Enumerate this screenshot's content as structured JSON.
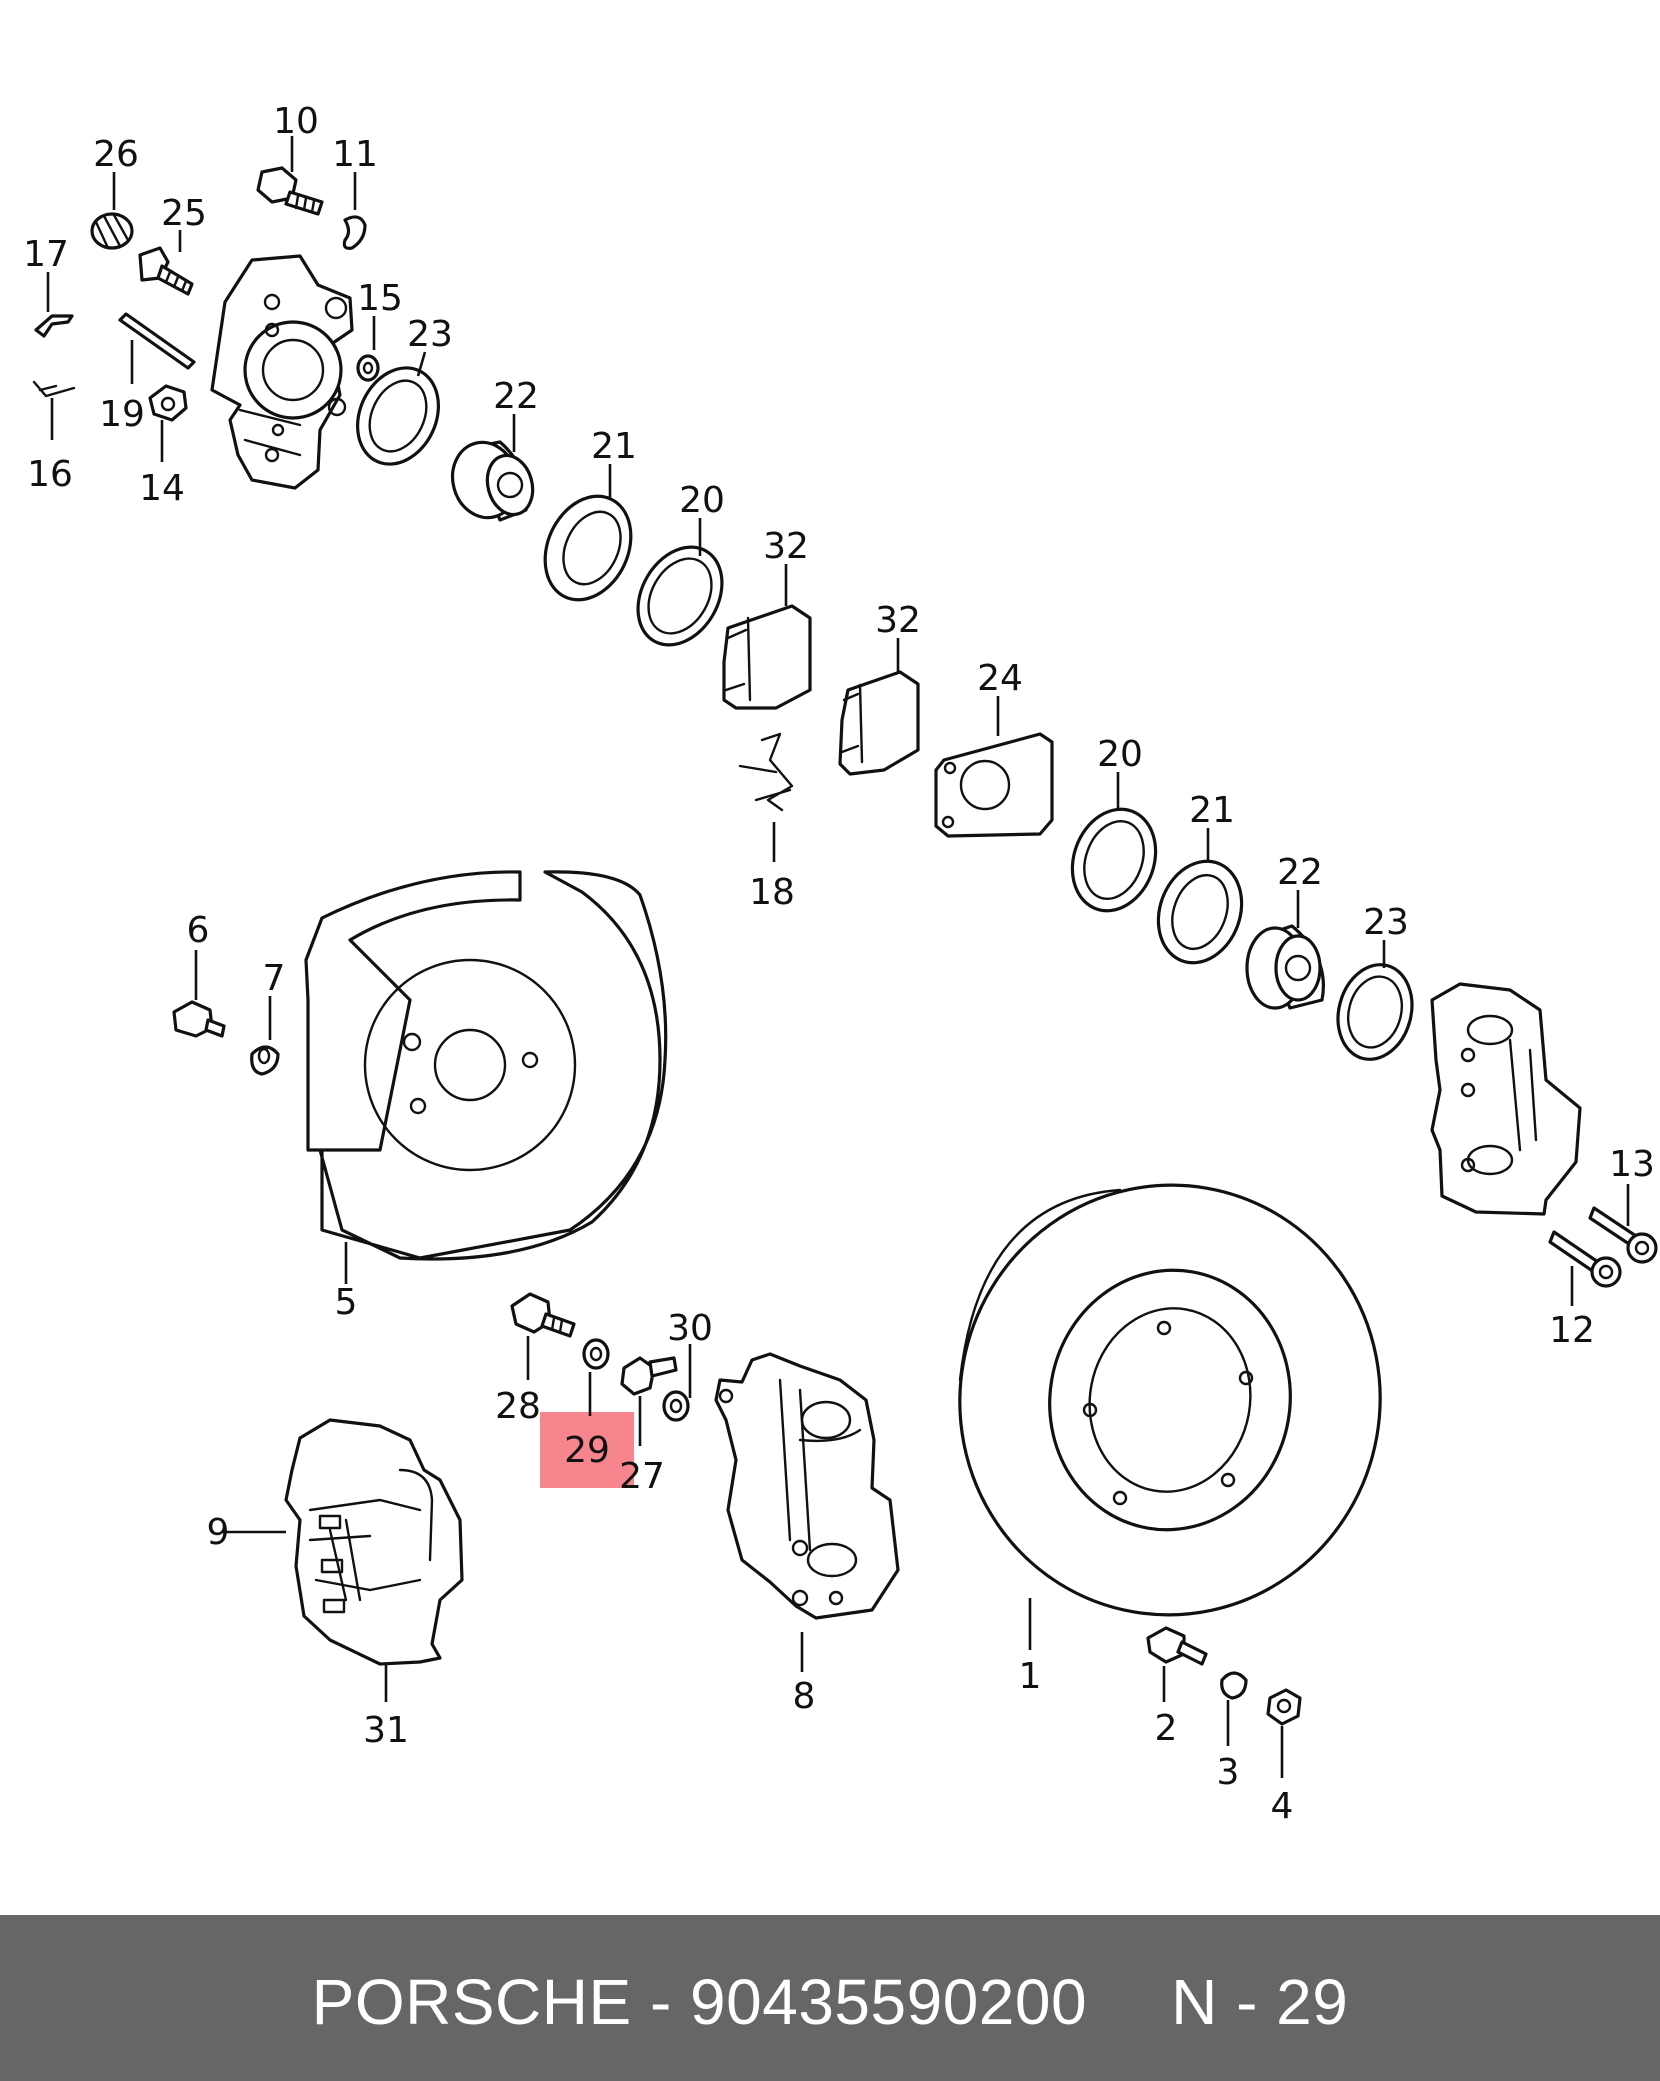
{
  "diagram": {
    "highlighted_label": "29",
    "labels": {
      "p1": "1",
      "p2": "2",
      "p3": "3",
      "p4": "4",
      "p5": "5",
      "p6": "6",
      "p7": "7",
      "p8": "8",
      "p9": "9",
      "p10": "10",
      "p11": "11",
      "p12": "12",
      "p13": "13",
      "p14": "14",
      "p15": "15",
      "p16": "16",
      "p17": "17",
      "p18": "18",
      "p19": "19",
      "p20": "20",
      "p21": "21",
      "p22": "22",
      "p23": "23",
      "p24": "24",
      "p25": "25",
      "p26": "26",
      "p27": "27",
      "p28": "28",
      "p29": "29",
      "p30": "30",
      "p31": "31",
      "p32": "32"
    }
  },
  "footer": {
    "brand": "PORSCHE",
    "separator": "-",
    "part_number": "90435590200",
    "position_prefix": "N",
    "position_separator": "-",
    "position_number": "29"
  }
}
